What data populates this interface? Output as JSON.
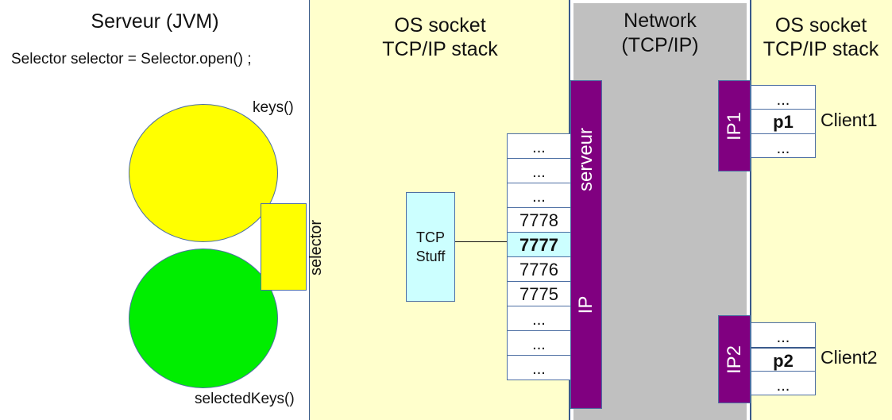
{
  "server": {
    "title": "Serveur (JVM)",
    "code": "Selector selector = Selector.open() ;",
    "keys_label": "keys()",
    "selected_keys_label": "selectedKeys()",
    "selector_label": "selector",
    "colors": {
      "keys": "#ffff00",
      "selected_keys": "#00ee00",
      "selector_box": "#ffff00"
    }
  },
  "server_os": {
    "title_line1": "OS socket",
    "title_line2": "TCP/IP stack",
    "tcp_stuff_line1": "TCP",
    "tcp_stuff_line2": "Stuff",
    "ports": [
      "...",
      "...",
      "...",
      "7778",
      "7777",
      "7776",
      "7775",
      "...",
      "...",
      "..."
    ],
    "highlighted_port": "7777",
    "bar_top_label": "serveur",
    "bar_bottom_label": "IP",
    "colors": {
      "panel": "#ffffcc",
      "tcp_stuff": "#ccffff",
      "bar": "#800080",
      "highlight": "#ccffff"
    }
  },
  "network": {
    "title_line1": "Network",
    "title_line2": "(TCP/IP)",
    "color": "#c0c0c0"
  },
  "client_os": {
    "title_line1": "OS socket",
    "title_line2": "TCP/IP stack",
    "client1": {
      "ip_label": "IP1",
      "rows": [
        "...",
        "p1",
        "..."
      ],
      "name": "Client1"
    },
    "client2": {
      "ip_label": "IP2",
      "rows": [
        "...",
        "p2",
        "..."
      ],
      "name": "Client2"
    },
    "colors": {
      "panel": "#ffffcc",
      "ip_box": "#800080"
    }
  }
}
